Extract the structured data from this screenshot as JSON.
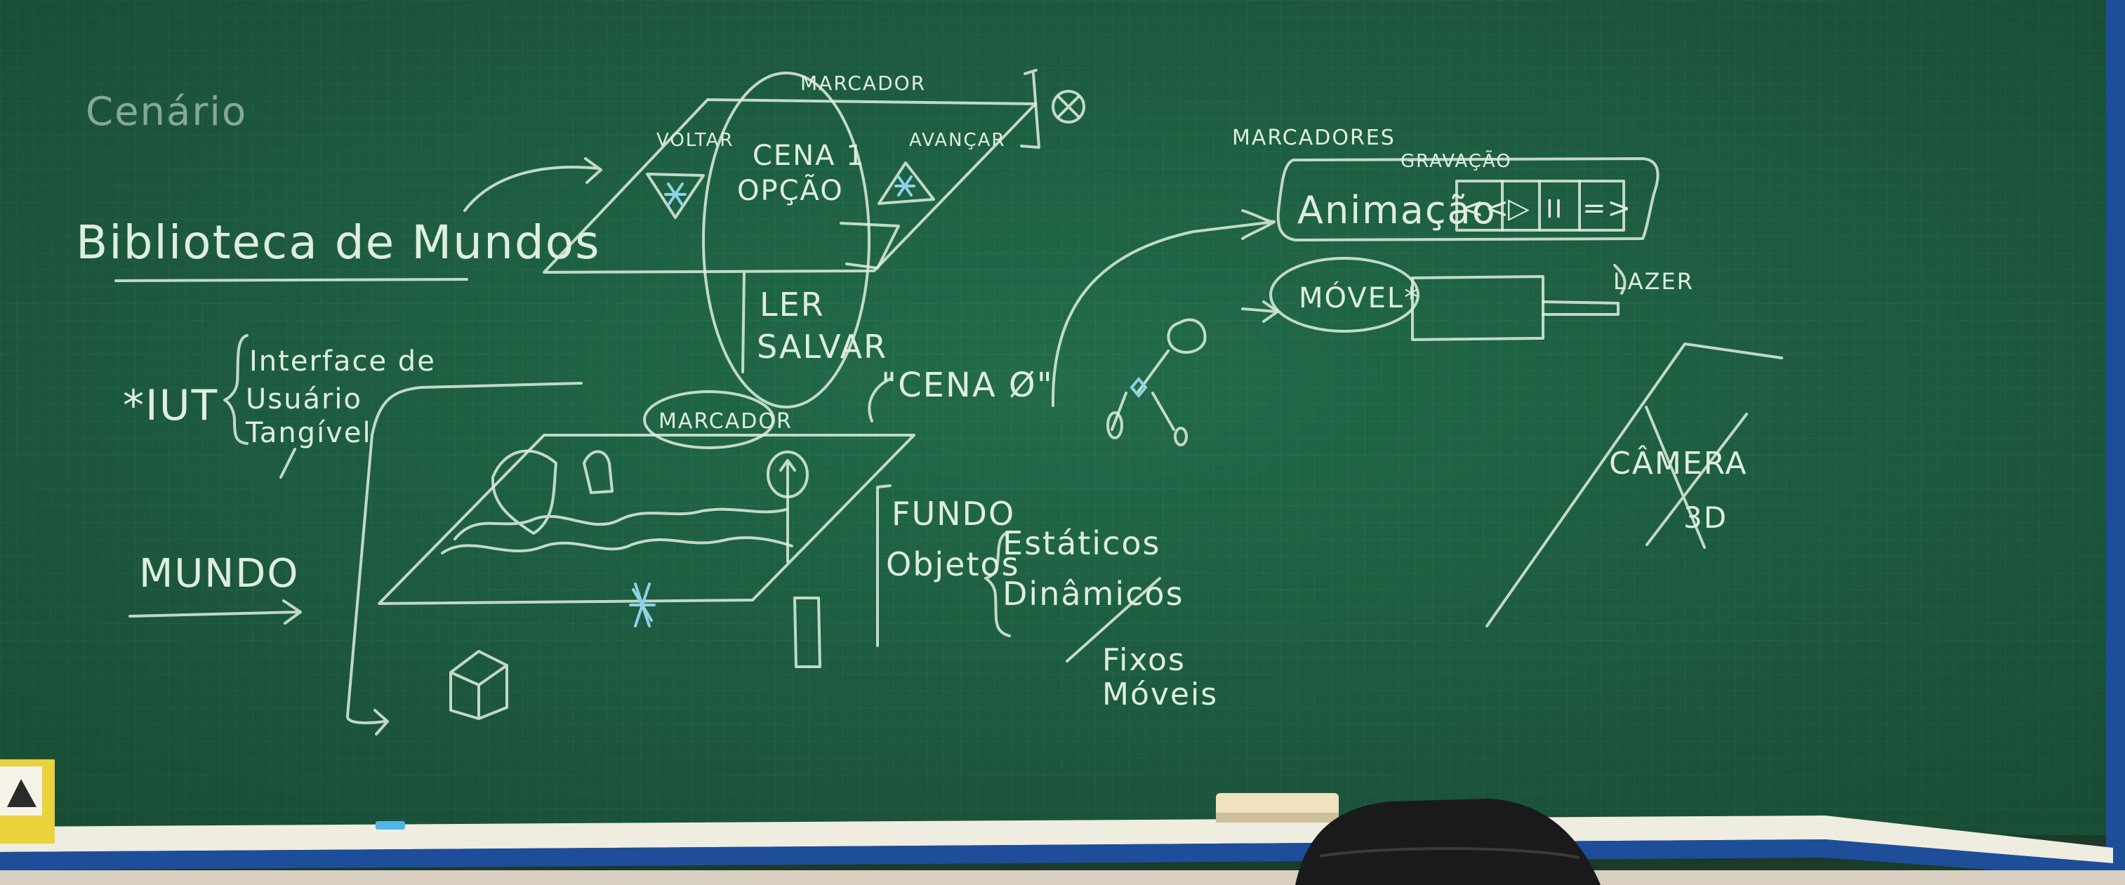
{
  "colors": {
    "board": "#226b4b",
    "chalk": "#dfeee0",
    "blue_chalk": "#8fd2e6",
    "frame": "#1e4d9a",
    "ledge": "#efece0"
  },
  "left": {
    "cenario": "Cenário",
    "biblioteca": "Biblioteca de Mundos",
    "iut": "*IUT",
    "iut_lines": [
      "Interface de",
      "Usuário",
      "Tangível"
    ],
    "mundo": "MUNDO"
  },
  "top_sheet": {
    "marcador": "MARCADOR",
    "voltar": "VOLTAR",
    "avancar": "AVANÇAR",
    "cena_opcao": [
      "CENA 1",
      "OPÇÃO"
    ],
    "ler_salvar": [
      "LER",
      "SALVAR"
    ]
  },
  "bottom_sheet": {
    "marcador": "MARCADOR",
    "cena_zero": "\"CENA Ø\""
  },
  "lists": {
    "fundo": "FUNDO",
    "objetos": "Objetos",
    "estaticos": "Estáticos",
    "dinamicos": "Dinâmicos",
    "fixos": "Fixos",
    "moveis": "Móveis"
  },
  "right": {
    "marcadores": "MARCADORES",
    "gravacao": "GRAVAÇÃO",
    "animacao": "Animação",
    "controls": [
      "<<",
      "▷",
      "II",
      "=>"
    ],
    "movel": "MÓVEL*",
    "lazer": "LAZER",
    "camera": "CÂMERA",
    "camera_3d": "3D"
  }
}
